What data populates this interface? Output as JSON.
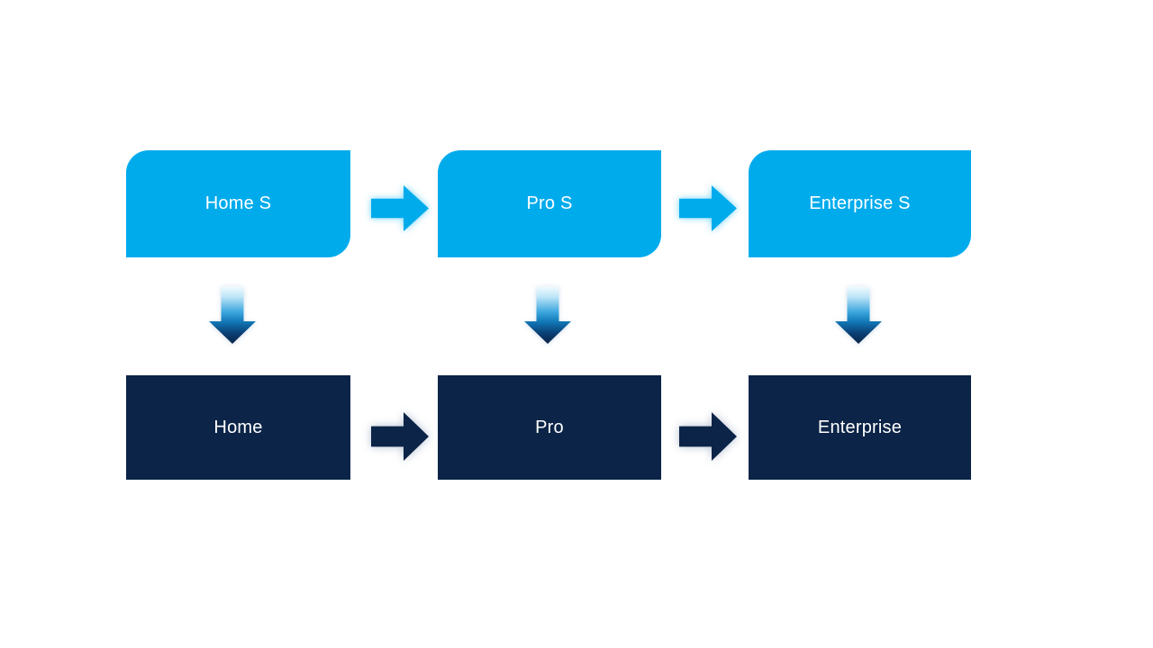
{
  "diagram": {
    "type": "flow-diagram",
    "background": "#FFFFFF",
    "colors": {
      "top_box_fill": "#00ABEC",
      "bottom_box_fill": "#0B2447",
      "label_text": "#FFFFFF",
      "down_arrow_gradient_top": "#F0FAFE",
      "down_arrow_gradient_bottom": "#0A2447"
    },
    "top_row": [
      "Home S",
      "Pro S",
      "Enterprise S"
    ],
    "bottom_row": [
      "Home",
      "Pro",
      "Enterprise"
    ],
    "connectors": {
      "horizontal_top": "right-arrow (blue, glow)",
      "horizontal_bottom": "right-arrow (navy, glow)",
      "vertical": "down-arrow (light-to-dark gradient)"
    }
  }
}
